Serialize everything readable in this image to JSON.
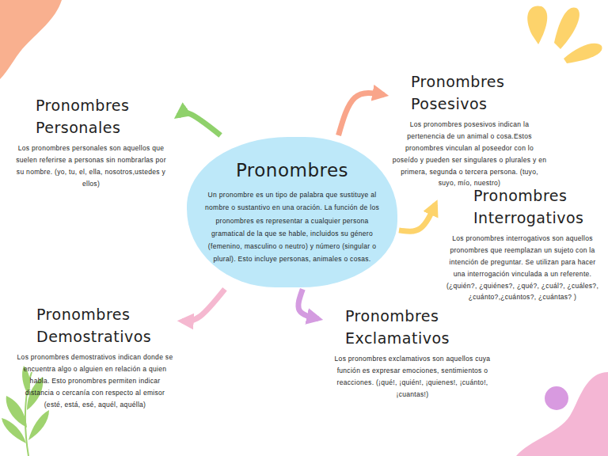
{
  "diagram": {
    "nodes": [
      {
        "text": [
          "Pronombres",
          "Un pronombre es un tipo de palabra que sustituye al nombre o sustantivo en una oración. La función de los pronombres es representar a cualquier persona gramatical de la que se hable, incluidos su género (femenino, masculino o neutro) y número (singular o plural). Esto incluye personas, animales o cosas."
        ]
      },
      {
        "text": [
          "Pronombres Personales",
          "Los pronombres personales son aquellos que suelen referirse a personas sin nombrarlas por su nombre. (yo, tu, el, ella, nosotros,ustedes y ellos)"
        ]
      },
      {
        "text": [
          "Pronombres Posesivos",
          "Los pronombres posesivos indican la pertenencia de un animal o cosa.Estos pronombres vinculan al poseedor con lo poseído y pueden ser singulares o plurales y en primera, segunda o tercera persona. (tuyo, suyo, mío, nuestro)"
        ]
      },
      {
        "text": [
          "Pronombres Interrogativos",
          "Los pronombres interrogativos son aquellos pronombres que reemplazan un sujeto con la intención de preguntar. Se utilizan para hacer una interrogación vinculada a un referente. (¿quién?, ¿quiénes?, ¿qué?, ¿cuál?, ¿cuáles?, ¿cuánto?,¿cuántos?, ¿cuántas? )"
        ]
      },
      {
        "text": [
          "Pronombres Demostrativos",
          "Los pronombres demostrativos indican donde se encuentra algo o alguien en relación a quien habla. Esto pronombres permiten indicar distancia o cercanía con respecto al emisor (esté, está, esé, aquél, aquélla)"
        ]
      },
      {
        "text": [
          "Pronombres Exclamativos",
          "Los pronombres exclamativos son aquellos cuya función es expresar emociones, sentimientos o reacciones. (¡qué!, ¡quién!, ¡quienes!, ¡cuánto!, ¡cuantas!)"
        ]
      }
    ],
    "edges": [
      {
        "from": 0,
        "to": 1,
        "arrow": "to"
      },
      {
        "from": 0,
        "to": 2,
        "arrow": "to"
      },
      {
        "from": 0,
        "to": 3,
        "arrow": "to"
      },
      {
        "from": 0,
        "to": 4,
        "arrow": "to"
      },
      {
        "from": 0,
        "to": 5,
        "arrow": "to"
      }
    ]
  }
}
